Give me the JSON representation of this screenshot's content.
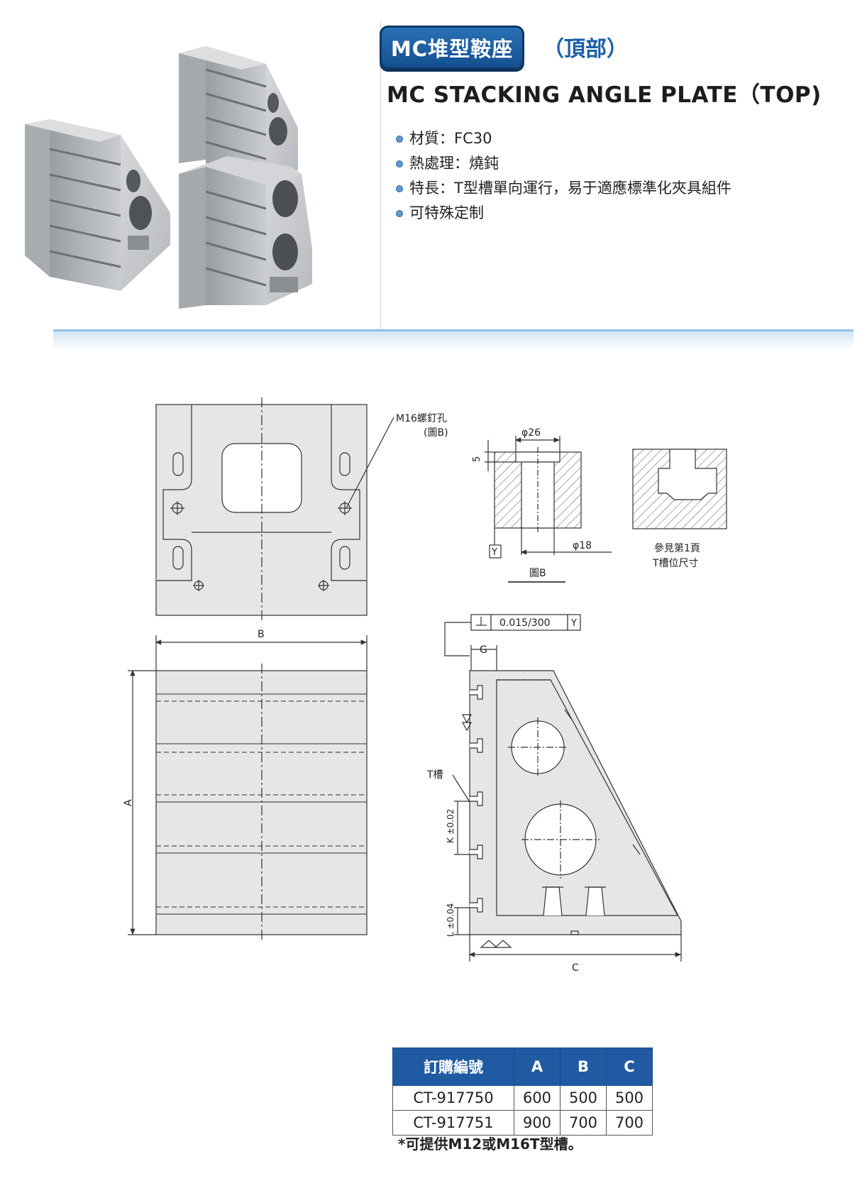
{
  "header": {
    "badge": "MC堆型鞍座",
    "subtitle_zh": "（頂部）",
    "subtitle_en": "MC STACKING ANGLE PLATE（TOP)"
  },
  "features": [
    "材質：FC30",
    "熱處理：燒鈍",
    "特長：T型槽單向運行，易于適應標準化夾具組件",
    "可特殊定制"
  ],
  "drawing": {
    "label_m16": "M16螺釘孔",
    "label_m16_ref": "(圖B)",
    "dim_phi26": "φ26",
    "dim_5": "5",
    "dim_phi18": "φ18",
    "datum_y": "Y",
    "fig_b": "圖B",
    "ref_note_1": "參見第1頁",
    "ref_note_2": "T槽位尺寸",
    "tol_symbol": "⊥",
    "tol_value": "0.015/300",
    "tol_datum": "Y",
    "dim_b": "B",
    "dim_a": "A",
    "dim_g": "G",
    "dim_c": "C",
    "t_slot": "T槽",
    "dim_k": "K ±0.02",
    "dim_l": "L ±0.04"
  },
  "table": {
    "headers": [
      "訂購編號",
      "A",
      "B",
      "C"
    ],
    "rows": [
      [
        "CT-917750",
        "600",
        "500",
        "500"
      ],
      [
        "CT-917751",
        "900",
        "700",
        "700"
      ]
    ]
  },
  "note": "*可提供M12或M16T型槽。"
}
